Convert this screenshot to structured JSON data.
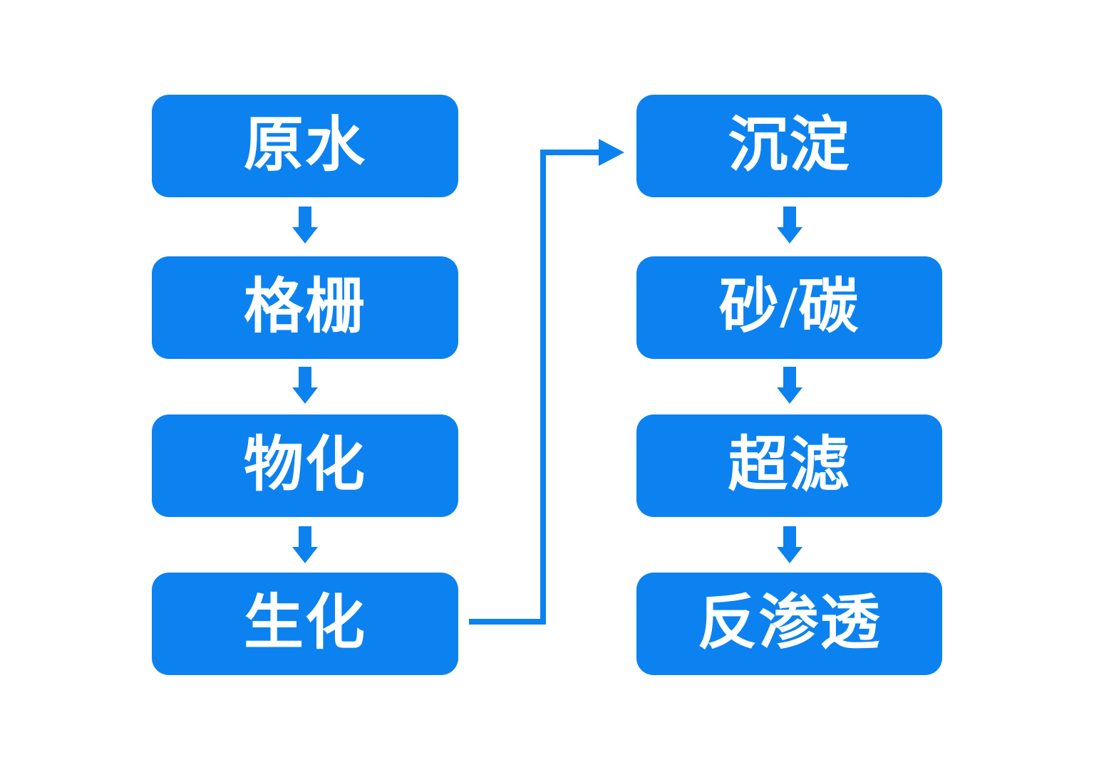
{
  "page": {
    "background_color": "#ffffff"
  },
  "diagram": {
    "type": "flowchart",
    "accent_color": "#0c82f0",
    "text_color": "#ffffff",
    "columns": {
      "left": [
        {
          "id": "raw-water",
          "label": "原水"
        },
        {
          "id": "screen",
          "label": "格栅"
        },
        {
          "id": "physicochemical",
          "label": "物化"
        },
        {
          "id": "biochemical",
          "label": "生化"
        }
      ],
      "right": [
        {
          "id": "sedimentation",
          "label": "沉淀"
        },
        {
          "id": "sand-carbon",
          "label": "砂/碳"
        },
        {
          "id": "ultrafiltration",
          "label": "超滤"
        },
        {
          "id": "reverse-osmosis",
          "label": "反渗透"
        }
      ]
    },
    "edges": [
      {
        "from": "raw-water",
        "to": "screen",
        "style": "down-arrow"
      },
      {
        "from": "screen",
        "to": "physicochemical",
        "style": "down-arrow"
      },
      {
        "from": "physicochemical",
        "to": "biochemical",
        "style": "down-arrow"
      },
      {
        "from": "biochemical",
        "to": "sedimentation",
        "style": "elbow-right-up-arrow"
      },
      {
        "from": "sedimentation",
        "to": "sand-carbon",
        "style": "down-arrow"
      },
      {
        "from": "sand-carbon",
        "to": "ultrafiltration",
        "style": "down-arrow"
      },
      {
        "from": "ultrafiltration",
        "to": "reverse-osmosis",
        "style": "down-arrow"
      }
    ]
  }
}
